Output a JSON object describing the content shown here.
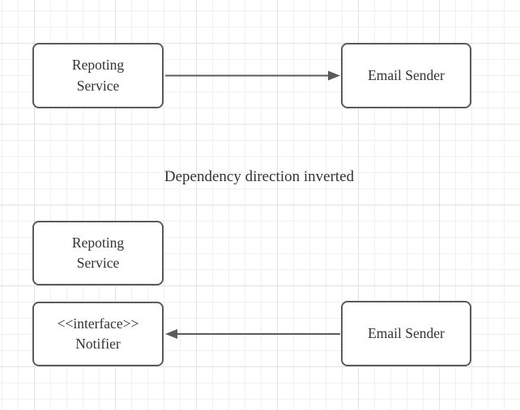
{
  "diagram": {
    "caption": "Dependency direction inverted",
    "nodes": {
      "reporting_service_top": {
        "line1": "Repoting",
        "line2": "Service"
      },
      "email_sender_top": {
        "label": "Email Sender"
      },
      "reporting_service_bottom": {
        "line1": "Repoting",
        "line2": "Service"
      },
      "notifier": {
        "line1": "<<interface>>",
        "line2": "Notifier"
      },
      "email_sender_bottom": {
        "label": "Email Sender"
      }
    },
    "edges": [
      {
        "name": "dependency-arrow-top",
        "from": "reporting_service_top",
        "to": "email_sender_top",
        "direction": "right"
      },
      {
        "name": "dependency-arrow-bottom",
        "from": "email_sender_bottom",
        "to": "notifier",
        "direction": "left"
      }
    ],
    "colors": {
      "node_border": "#5b5b5b",
      "node_fill": "#ffffff",
      "text": "#333333",
      "arrow": "#5b5b5b",
      "grid_minor": "#f0f0f0",
      "grid_major": "#e2e2e2",
      "background": "#ffffff"
    }
  }
}
